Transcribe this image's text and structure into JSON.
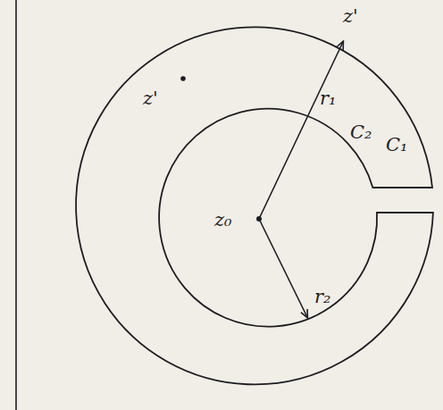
{
  "diagram": {
    "labels": [
      "z'",
      "r₁",
      "C₁",
      "C₂",
      "z'",
      "z₀",
      "r₂"
    ]
  }
}
